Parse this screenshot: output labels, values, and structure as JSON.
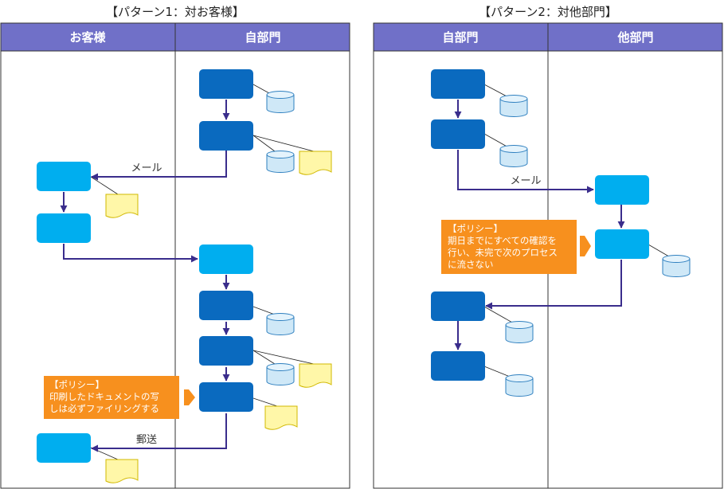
{
  "pattern1": {
    "title": "【パターン1：対お客様】",
    "lane_left": "お客様",
    "lane_right": "自部門",
    "mail_label": "メール",
    "post_label": "郵送",
    "policy": {
      "title": "【ポリシー】",
      "line1": "印刷したドキュメントの写",
      "line2": "しは必ずファイリングする"
    }
  },
  "pattern2": {
    "title": "【パターン2：対他部門】",
    "lane_left": "自部門",
    "lane_right": "他部門",
    "mail_label": "メール",
    "policy": {
      "title": "【ポリシー】",
      "line1": "期日までにすべての確認を",
      "line2": "行い、未完で次のプロセス",
      "line3": "に流さない"
    }
  },
  "colors": {
    "header_fill": "#7070c8",
    "internal_process": "#0a6abf",
    "external_process": "#00aeef",
    "policy_fill": "#f7901e",
    "connector": "#3a2d8c",
    "database_fill": "#cfe8f7",
    "document_fill": "#fff7a8"
  },
  "icons": {
    "database": "cylinder-icon",
    "document": "document-icon",
    "arrow": "chevron-right-icon"
  }
}
